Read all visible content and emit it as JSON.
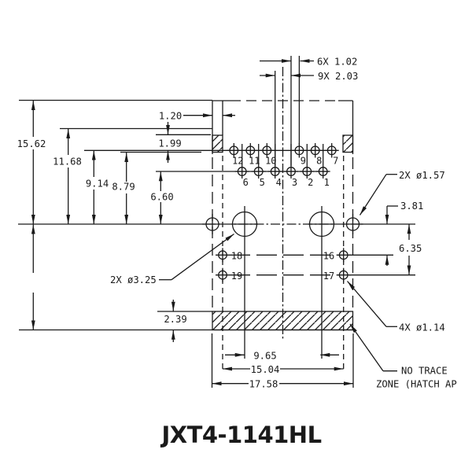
{
  "title": "JXT4-1141HL",
  "colors": {
    "ink": "#1a1a1a",
    "background": "#ffffff"
  },
  "dimensions": {
    "top": {
      "row_offset": "6X 1.02",
      "pin_pitch": "9X 2.03"
    },
    "left": {
      "overall_height": "15.62",
      "shield_line_height": "11.68",
      "top_row_height": "9.14",
      "shield_pad_height": "8.79",
      "bottom_row_height": "6.60",
      "edge_to_pad_col": "1.20",
      "pad_row_gap": "1.99",
      "strip_height": "2.39"
    },
    "right": {
      "corner_holes": "2X ø1.57",
      "row1_offset": "3.81",
      "row2_offset": "6.35",
      "small_holes": "4X ø1.14"
    },
    "bottom": {
      "circle_span": "9.65",
      "pad_col_span": "15.04",
      "overall_width": "17.58"
    },
    "big_holes": "2X ø3.25",
    "note_line1": "NO TRACE",
    "note_line2": "ZONE (HATCH AP"
  },
  "pins": {
    "top_row": [
      "12",
      "11",
      "10",
      "9",
      "8",
      "7"
    ],
    "bottom_row": [
      "6",
      "5",
      "4",
      "3",
      "2",
      "1"
    ],
    "side": [
      "18",
      "19",
      "16",
      "17"
    ]
  }
}
